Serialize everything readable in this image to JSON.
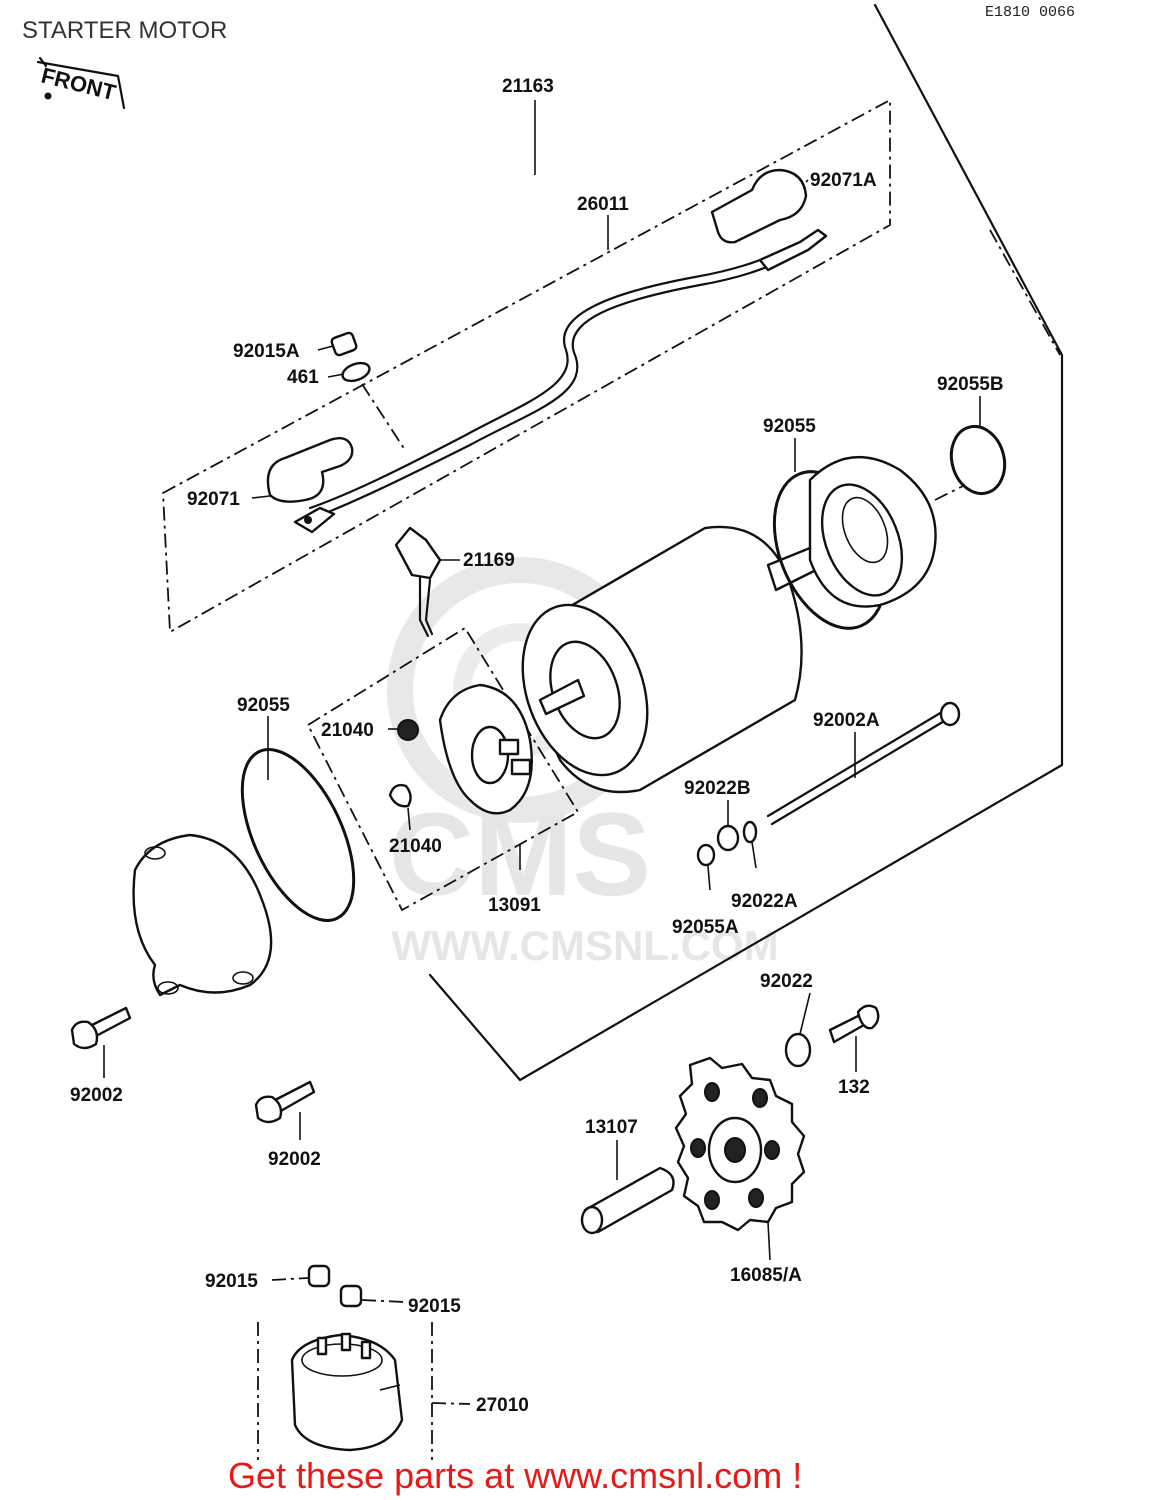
{
  "page": {
    "title": "STARTER MOTOR",
    "diagram_code": "E1810 0066",
    "front_label": "FRONT",
    "watermark_logo_text": "CMS",
    "watermark_url": "WWW.CMSNL.COM",
    "call_to_action": "Get these parts at www.cmsnl.com !"
  },
  "labels": {
    "p21163": "21163",
    "p26011": "26011",
    "p92071A": "92071A",
    "p92015A": "92015A",
    "p461": "461",
    "p92071": "92071",
    "p21169": "21169",
    "p92055B": "92055B",
    "p92055_top": "92055",
    "p92055_left": "92055",
    "p21040_top": "21040",
    "p21040_bottom": "21040",
    "p13091": "13091",
    "p92002A": "92002A",
    "p92022B": "92022B",
    "p92022A": "92022A",
    "p92055A": "92055A",
    "p92022": "92022",
    "p132": "132",
    "p92002_left": "92002",
    "p92002_mid": "92002",
    "p13107": "13107",
    "p16085A": "16085/A",
    "p92015_left": "92015",
    "p92015_right": "92015",
    "p27010": "27010"
  },
  "colors": {
    "call_to_action": "#e41b17",
    "line": "#111111",
    "watermark": "#e6e6e6"
  }
}
